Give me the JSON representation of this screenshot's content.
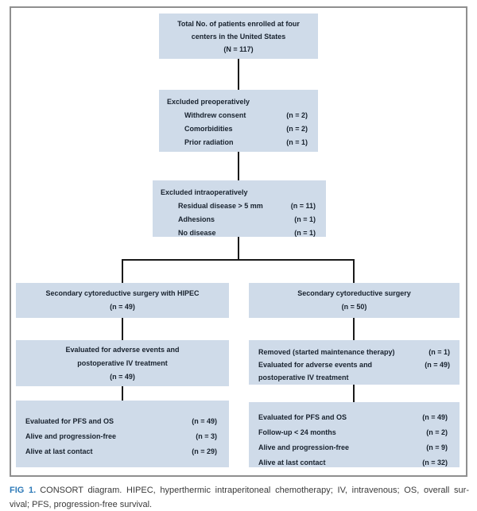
{
  "colors": {
    "box_fill": "#cfdbe9",
    "box_text": "#18222e",
    "connector": "#1a1a1a",
    "frame_border": "#8f8f8f",
    "caption_accent": "#2e7ab8",
    "caption_text": "#3a3a3a"
  },
  "diagram": {
    "total": {
      "line1": "Total No. of patients enrolled at four",
      "line2": "centers in the United States",
      "line3": "(N = 117)"
    },
    "excluded_preop": {
      "header": "Excluded preoperatively",
      "items": [
        {
          "label": "Withdrew consent",
          "value": "(n = 2)"
        },
        {
          "label": "Comorbidities",
          "value": "(n = 2)"
        },
        {
          "label": "Prior radiation",
          "value": "(n = 1)"
        }
      ]
    },
    "excluded_intraop": {
      "header": "Excluded intraoperatively",
      "items": [
        {
          "label": "Residual disease > 5 mm",
          "value": "(n = 11)"
        },
        {
          "label": "Adhesions",
          "value": "(n = 1)"
        },
        {
          "label": "No disease",
          "value": "(n = 1)"
        }
      ]
    },
    "arm_hipec": {
      "line1": "Secondary cytoreductive surgery with HIPEC",
      "line2": "(n = 49)"
    },
    "arm_scs": {
      "line1": "Secondary cytoreductive surgery",
      "line2": "(n = 50)"
    },
    "ae_left": {
      "line1": "Evaluated for adverse events and",
      "line2": "postoperative IV treatment",
      "line3": "(n = 49)"
    },
    "ae_right": {
      "items": [
        {
          "label": "Removed (started maintenance therapy)",
          "value": "(n = 1)"
        },
        {
          "label": "Evaluated for adverse events and",
          "value": "(n = 49)"
        },
        {
          "label": "postoperative IV treatment",
          "value": ""
        }
      ]
    },
    "outcome_left": {
      "items": [
        {
          "label": "Evaluated for PFS and OS",
          "value": "(n = 49)"
        },
        {
          "label": "Alive and progression-free",
          "value": "(n = 3)"
        },
        {
          "label": "Alive at last contact",
          "value": "(n = 29)"
        }
      ]
    },
    "outcome_right": {
      "items": [
        {
          "label": "Evaluated for PFS and OS",
          "value": "(n = 49)"
        },
        {
          "label": "Follow-up < 24 months",
          "value": "(n = 2)"
        },
        {
          "label": "Alive and progression-free",
          "value": "(n = 9)"
        },
        {
          "label": "Alive at last contact",
          "value": "(n = 32)"
        }
      ]
    },
    "caption": {
      "label": "FIG 1.",
      "line1": "CONSORT diagram. HIPEC, hyperthermic intraperitoneal chemotherapy; IV, intravenous; OS, overall sur-",
      "line2": "vival; PFS, progression-free survival."
    }
  }
}
